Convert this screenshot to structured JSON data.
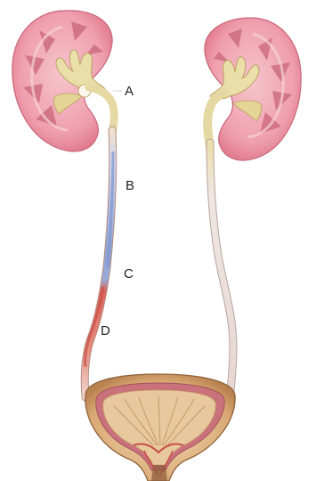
{
  "labels": {
    "a": "A",
    "b": "B",
    "c": "C",
    "d": "D"
  },
  "colors": {
    "kidney_outer": "#e7879a",
    "kidney_cortex": "#f2b3bd",
    "kidney_pyramid": "#c9667a",
    "renal_pelvis": "#eadfa8",
    "ureter_pale": "#ece3df",
    "ureter_blue": "#8fa3d4",
    "ureter_red": "#d9665e",
    "bladder_wall": "#d2a273",
    "bladder_lining": "#c9727c",
    "bladder_interior": "#e7c99d"
  }
}
